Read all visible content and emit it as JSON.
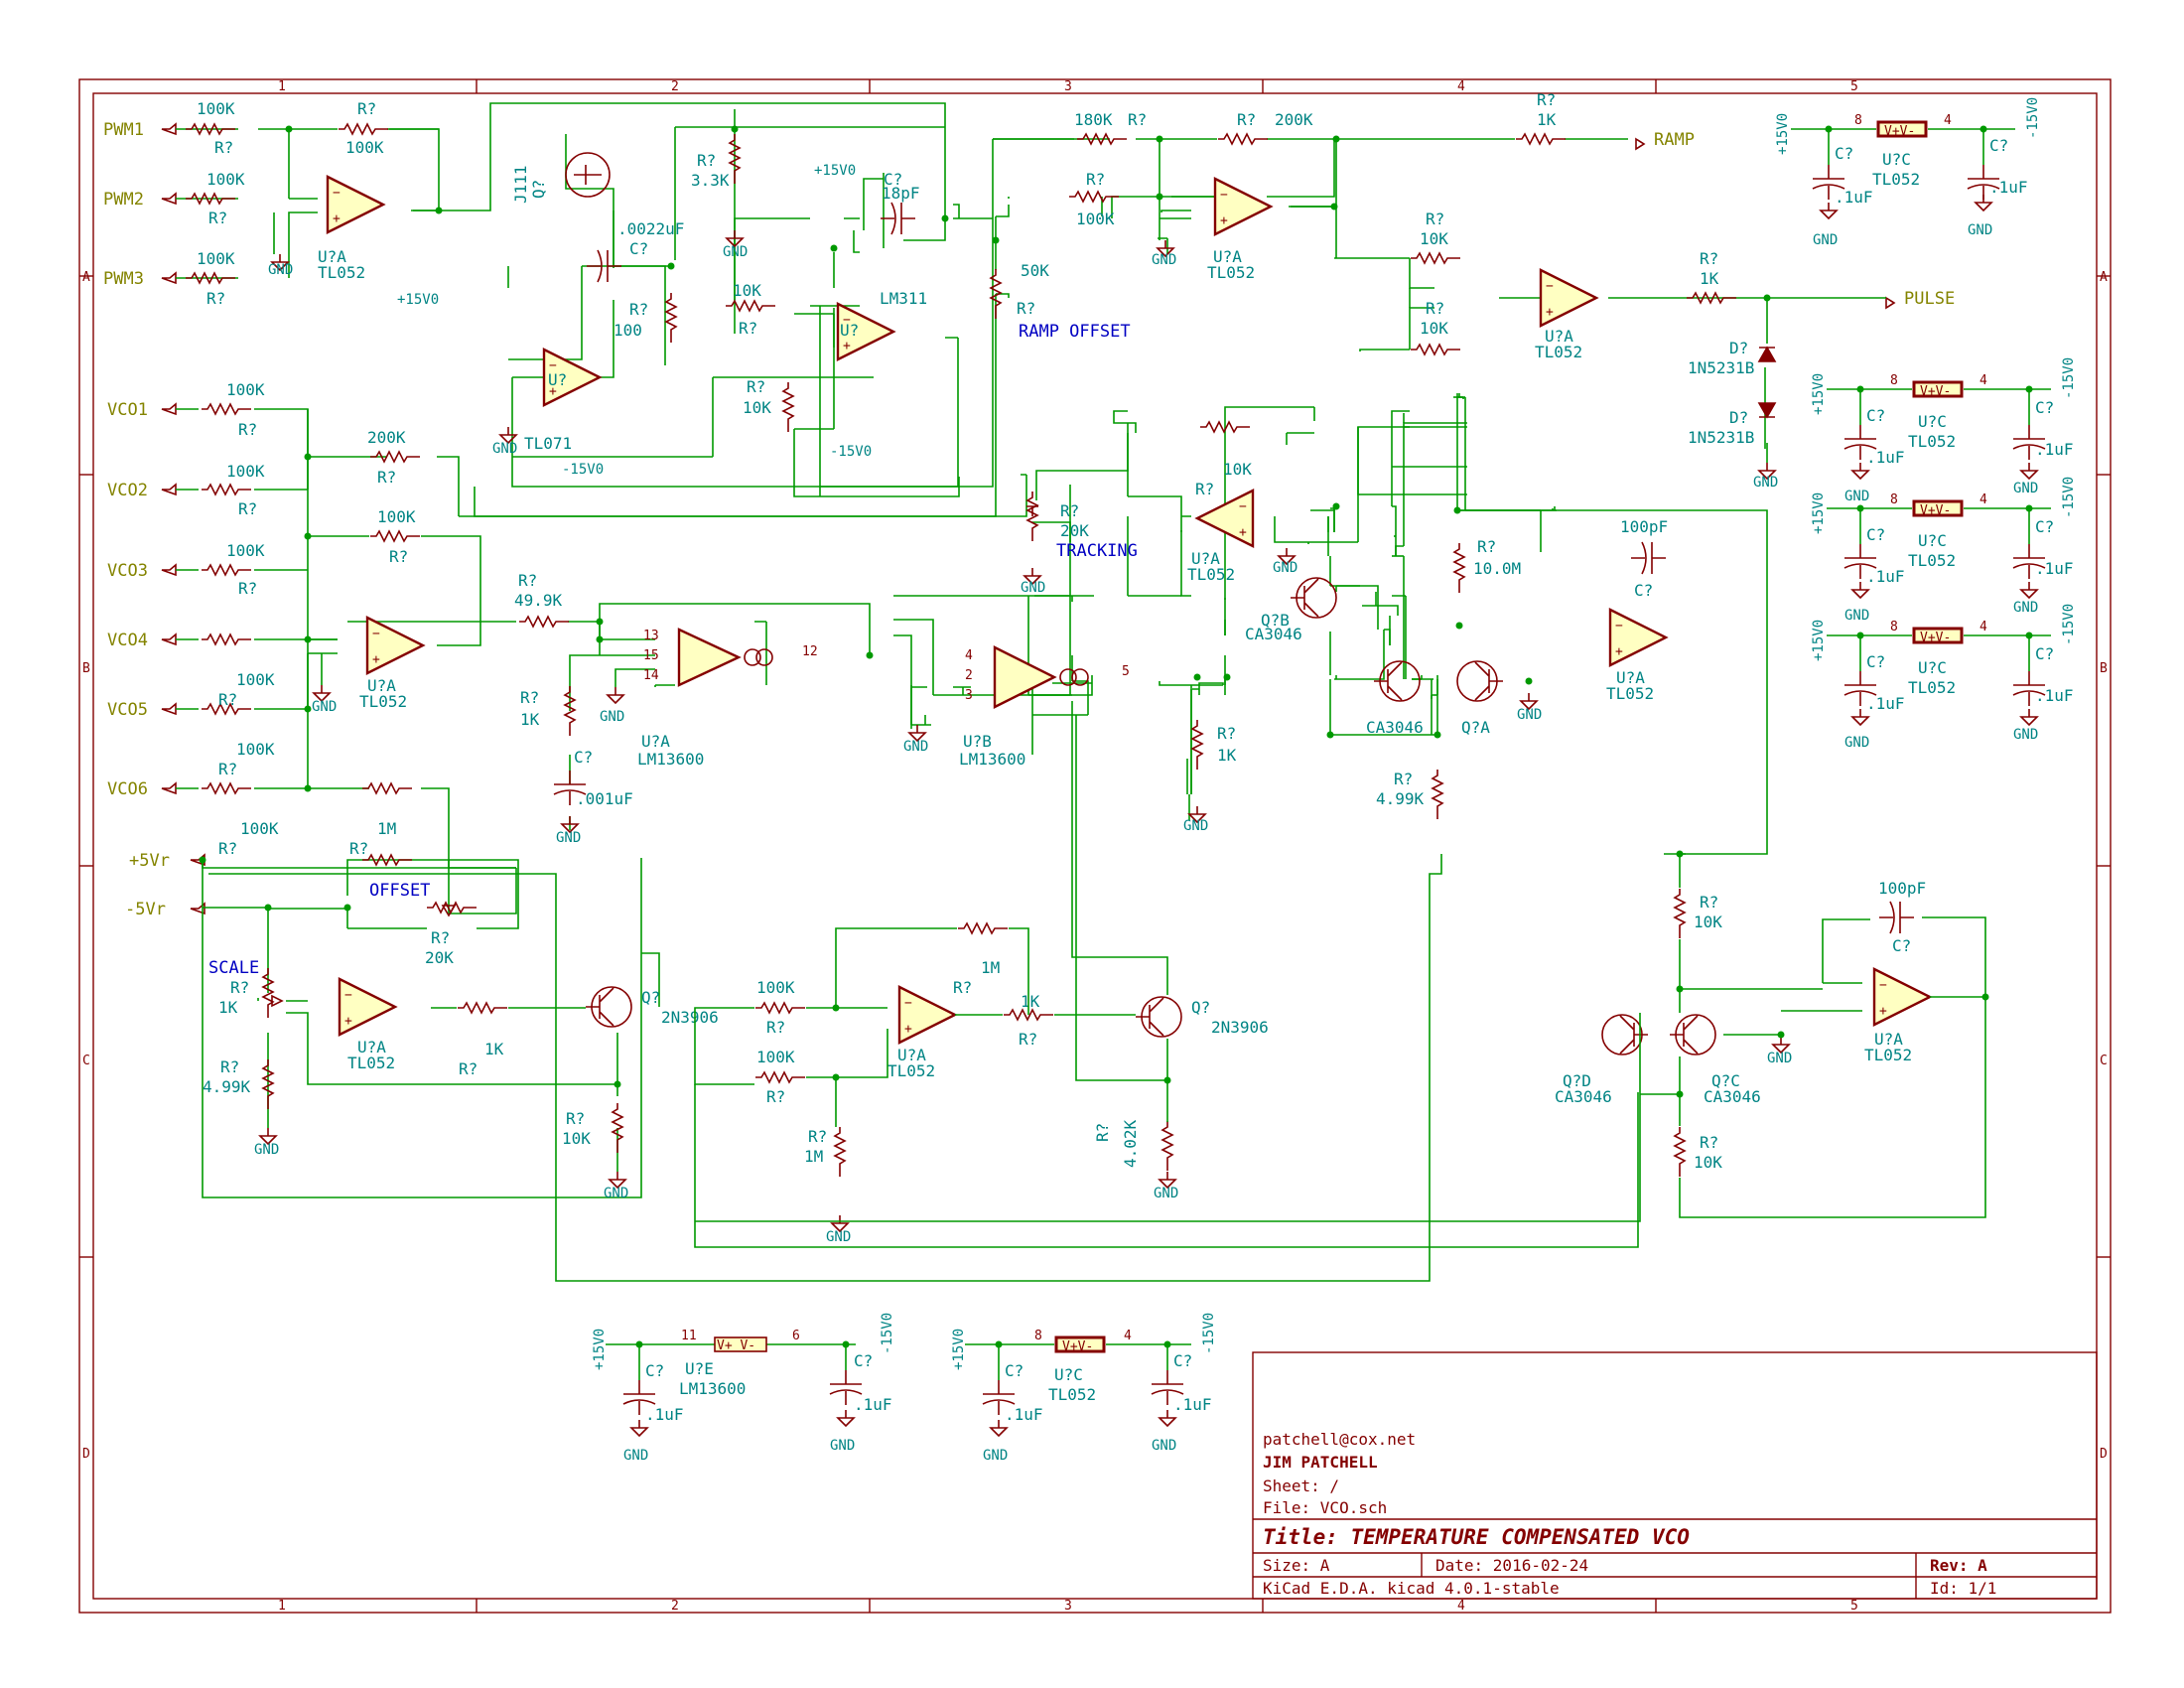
{
  "title_block": {
    "email": "patchell@cox.net",
    "author": "JIM PATCHELL",
    "sheet": "Sheet: /",
    "file": "File: VCO.sch",
    "title": "Title: TEMPERATURE COMPENSATED VCO",
    "size": "Size: A",
    "date": "Date: 2016-02-24",
    "rev": "Rev: A",
    "tool": "KiCad E.D.A.  kicad 4.0.1-stable",
    "id": "Id: 1/1"
  },
  "frame": {
    "cols": [
      "1",
      "2",
      "3",
      "4",
      "5"
    ],
    "rows": [
      "A",
      "B",
      "C",
      "D"
    ]
  },
  "nets": {
    "pwm1": "PWM1",
    "pwm2": "PWM2",
    "pwm3": "PWM3",
    "vco1": "VCO1",
    "vco2": "VCO2",
    "vco3": "VCO3",
    "vco4": "VCO4",
    "vco5": "VCO5",
    "vco6": "VCO6",
    "p5vr": "+5Vr",
    "m5vr": "-5Vr",
    "ramp": "RAMP",
    "pulse": "PULSE"
  },
  "labels": {
    "ramp_offset": "RAMP OFFSET",
    "tracking": "TRACKING",
    "offset": "OFFSET",
    "scale": "SCALE"
  },
  "power": {
    "p15": "+15V0",
    "m15": "-15V0",
    "gnd": "GND"
  },
  "parts": {
    "ref_r": "R?",
    "ref_c": "C?",
    "ref_d": "D?",
    "ref_q": "Q?",
    "ref_ua": "U?A",
    "ref_ub": "U?B",
    "ref_uc": "U?C",
    "ref_ue": "U?E",
    "ref_u": "U?",
    "ref_qa": "Q?A",
    "ref_qb": "Q?B",
    "ref_qc": "Q?C",
    "ref_qd": "Q?D",
    "v100k": "100K",
    "v200k": "200K",
    "v180k": "180K",
    "v10k": "10K",
    "v1k": "1K",
    "v3k3": "3.3K",
    "v100": "100",
    "v50k": "50K",
    "v20k": "20K",
    "v49k9": "49.9K",
    "v1m": "1M",
    "v4k99": "4.99K",
    "v10m": "10.0M",
    "v4k02": "4.02K",
    "c0022": ".0022uF",
    "c18p": "18pF",
    "c100p": "100pF",
    "c001": ".001uF",
    "c1u": ".1uF",
    "tl052": "TL052",
    "tl071": "TL071",
    "lm311": "LM311",
    "lm13600": "LM13600",
    "ca3046": "CA3046",
    "n2n3906": "2N3906",
    "j111": "J111",
    "d1n5231": "1N5231B",
    "vpm": "V+V-",
    "vp_vm": "V+ V-"
  }
}
